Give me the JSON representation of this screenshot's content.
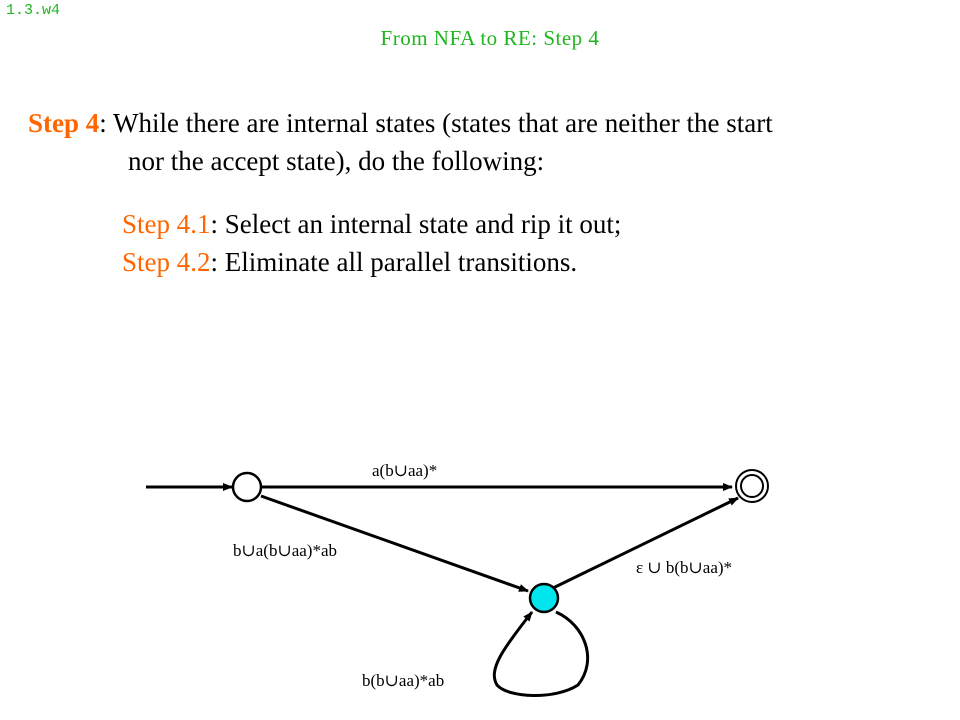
{
  "slide": {
    "number": "1.3.w4",
    "title": "From NFA to RE: Step 4"
  },
  "body": {
    "step4_label": "Step 4",
    "step4_text_line1": ": While there are internal states (states that are neither the start",
    "step4_text_line2": "nor the accept state), do the following:",
    "step41_label": "Step 4.1",
    "step41_text": ": Select an internal state and rip it out;",
    "step42_label": "Step 4.2",
    "step42_text": ": Eliminate all parallel transitions."
  },
  "diagram": {
    "colors": {
      "internal_state_fill": "#00e5ee",
      "state_stroke": "#000000"
    },
    "labels": {
      "start_to_accept": "a(b∪aa)*",
      "start_to_internal": "b∪a(b∪aa)*ab",
      "internal_to_accept": "ε ∪ b(b∪aa)*",
      "internal_loop": "b(b∪aa)*ab"
    }
  }
}
